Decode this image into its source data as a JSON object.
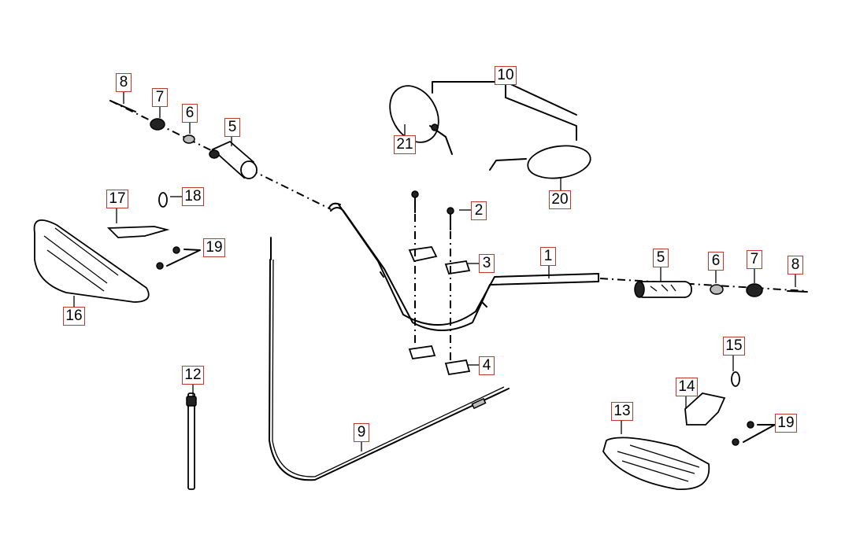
{
  "labels": {
    "l1": "1",
    "l2": "2",
    "l3": "3",
    "l4": "4",
    "l5a": "5",
    "l5b": "5",
    "l6a": "6",
    "l6b": "6",
    "l7a": "7",
    "l7b": "7",
    "l8a": "8",
    "l8b": "8",
    "l9": "9",
    "l10": "10",
    "l12": "12",
    "l13": "13",
    "l14": "14",
    "l15": "15",
    "l16": "16",
    "l17": "17",
    "l18": "18",
    "l19a": "19",
    "l19b": "19",
    "l20": "20",
    "l21": "21"
  },
  "colors": {
    "label_border": "#c0392b",
    "line": "#000000",
    "background": "#ffffff"
  }
}
